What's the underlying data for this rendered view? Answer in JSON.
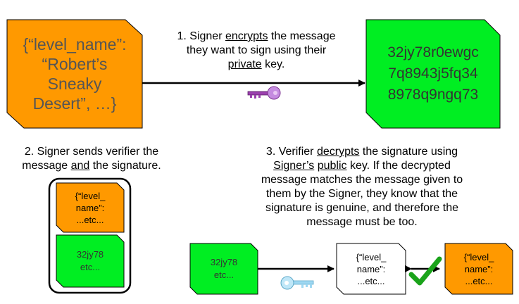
{
  "colors": {
    "message_fill": "#ff9900",
    "signature_fill": "#00ee22",
    "plain_fill": "#ffffff",
    "message_text": "#555555",
    "signature_text": "#333333",
    "private_key": "#9b3fae",
    "public_key": "#9fd8f2",
    "checkmark": "#1aa31a"
  },
  "icons": {
    "private_key": "key-icon",
    "public_key": "key-icon",
    "verification": "checkmark-icon"
  },
  "original_message": {
    "lines": [
      "{“level_name”:",
      "“Robert’s",
      "Sneaky",
      "Desert”, …}"
    ]
  },
  "signature": {
    "lines": [
      "32jy78r0ewgc",
      "7q8943j5fq34",
      "8978q9ngq73"
    ]
  },
  "step1": {
    "line1_prefix": "1. Signer ",
    "line1_underlined": "encrypts",
    "line1_suffix": " the message",
    "line2": "they want to sign using their",
    "line3_underlined": "private",
    "line3_suffix": " key."
  },
  "step2": {
    "line1": "2. Signer sends verifier the",
    "line2_prefix": "message ",
    "line2_underlined": "and",
    "line2_suffix": " the signature."
  },
  "step3": {
    "line1_prefix": "3. Verifier ",
    "line1_underlined": "decrypts",
    "line1_suffix": " the signature using",
    "line2_underlined_1": "Signer’s",
    "line2_underlined_2": "public",
    "line2_suffix": " key. If the decrypted",
    "line3": "message matches the message given to",
    "line4": "them by the Signer, they know that the",
    "line5": "signature is genuine, and therefore the",
    "line6": "message must be too."
  },
  "bundle": {
    "message_lines": [
      "{“level_",
      "name”:",
      "...etc..."
    ],
    "signature_lines": [
      "32jy78",
      "etc..."
    ]
  },
  "verify": {
    "signature_lines": [
      "32jy78",
      "etc..."
    ],
    "decrypted_lines": [
      "{“level_",
      "name”:",
      "...etc..."
    ],
    "given_lines": [
      "{“level_",
      "name”:",
      "...etc..."
    ]
  }
}
